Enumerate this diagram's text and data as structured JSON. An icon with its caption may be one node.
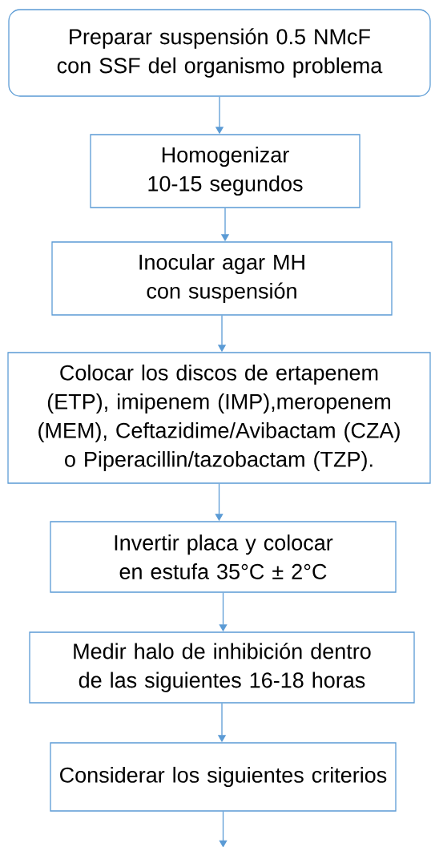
{
  "diagram": {
    "nodes": [
      {
        "text": [
          "Preparar suspensión 0.5 NMcF con SSF del organismo problema"
        ]
      },
      {
        "text": [
          "Homogenizar 10-15 segundos"
        ]
      },
      {
        "text": [
          "Inocular agar MH con suspensión"
        ]
      },
      {
        "text": [
          "Colocar los discos de ertapenem (ETP), imipenem (IMP),meropenem (MEM), Ceftazidime/Avibactam (CZA) o Piperacillin/tazobactam (TZP)."
        ]
      },
      {
        "text": [
          "Invertir placa y colocar en estufa 35°C ± 2°C"
        ]
      },
      {
        "text": [
          "Medir halo de inhibición dentro de las siguientes 16-18 horas"
        ]
      },
      {
        "text": [
          "Considerar los siguientes criterios"
        ]
      }
    ],
    "edges": [
      {
        "from": 0,
        "to": 1,
        "arrow": "to"
      },
      {
        "from": 1,
        "to": 2,
        "arrow": "to"
      },
      {
        "from": 2,
        "to": 3,
        "arrow": "to"
      },
      {
        "from": 3,
        "to": 4,
        "arrow": "to"
      },
      {
        "from": 4,
        "to": 5,
        "arrow": "to"
      },
      {
        "from": 5,
        "to": 6,
        "arrow": "to"
      },
      {
        "from": 6,
        "to": null,
        "arrow": "to"
      }
    ]
  }
}
